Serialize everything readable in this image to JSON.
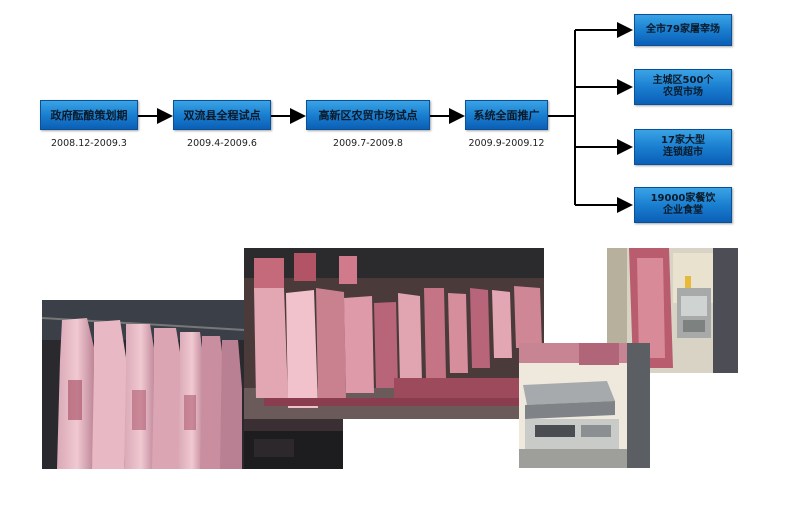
{
  "flow": {
    "stages": [
      {
        "label": "政府酝酿策划期",
        "date": "2008.12-2009.3"
      },
      {
        "label": "双流县全程试点",
        "date": "2009.4-2009.6"
      },
      {
        "label": "高新区农贸市场试点",
        "date": "2009.7-2009.8"
      },
      {
        "label": "系统全面推广",
        "date": "2009.9-2009.12"
      }
    ],
    "targets": [
      {
        "line1": "全市79家屠宰场",
        "line2": ""
      },
      {
        "line1": "主城区500个",
        "line2": "农贸市场"
      },
      {
        "line1": "17家大型",
        "line2": "连锁超市"
      },
      {
        "line1": "19000家餐饮",
        "line2": "企业食堂"
      }
    ]
  },
  "colors": {
    "box_top": "#3aa3e6",
    "box_bottom": "#0b5fb6",
    "arrow": "#000000"
  }
}
